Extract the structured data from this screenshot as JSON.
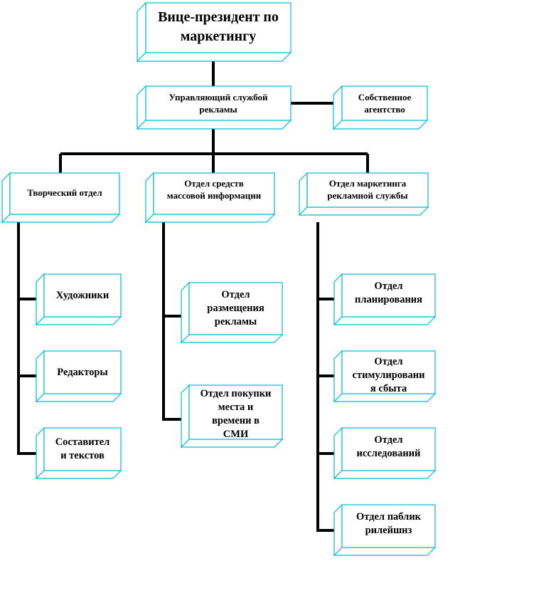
{
  "diagram": {
    "colors": {
      "box_border": "#00bcd4",
      "connector": "#000000",
      "background": "#ffffff"
    },
    "nodes": {
      "vp_marketing": "Вице-президент по\nмаркетингу",
      "ad_service_manager": "Управляющий службой\nрекламы",
      "own_agency": "Собственное\nагентство",
      "creative_dept": "Творческий отдел",
      "media_dept": "Отдел средств\nмассовой информации",
      "ad_marketing_dept": "Отдел маркетинга\nрекламной службы",
      "artists": "Художники",
      "editors": "Редакторы",
      "copywriters": "Составител\nи текстов",
      "ad_placement": "Отдел\nразмещения\nрекламы",
      "media_buying": "Отдел покупки\nместа и\nвремени в\nСМИ",
      "planning": "Отдел\nпланирования",
      "sales_promotion": "Отдел\nстимулировани\nя сбыта",
      "research": "Отдел\nисследований",
      "public_relations": "Отдел паблик\nрилейшнз"
    }
  }
}
